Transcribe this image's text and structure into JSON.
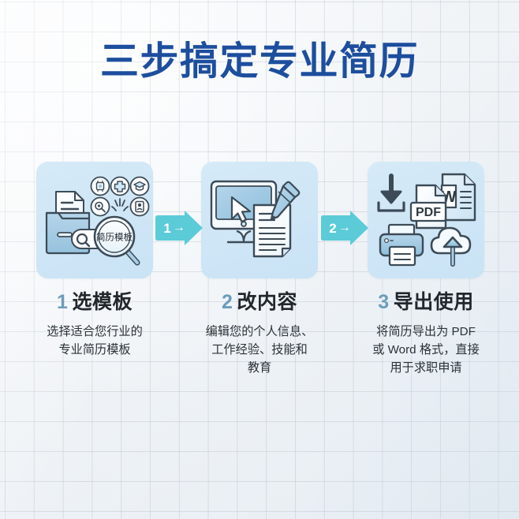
{
  "poster": {
    "title": "三步搞定专业简历",
    "title_color": "#1d4e9e",
    "background_color": "#f2f5f7",
    "accent_color": "#5bcbd8",
    "card_color": "#d2e7f6",
    "step_number_color": "#6c9cbc"
  },
  "steps": [
    {
      "number": "1",
      "heading": "选模板",
      "description": "选择适合您行业的\n专业简历模板",
      "illustration": {
        "name": "template-search-illustration",
        "magnifier_label": "简历模板",
        "icons": [
          "chip-icon",
          "medical-cross-icon",
          "graduation-cap-icon",
          "gear-icon",
          "person-badge-icon",
          "search-icon"
        ]
      }
    },
    {
      "number": "2",
      "heading": "改内容",
      "description": "编辑您的个人信息、\n工作经验、技能和\n教育",
      "illustration": {
        "name": "edit-content-illustration",
        "icons": [
          "monitor-icon",
          "cursor-icon",
          "document-icon",
          "pencil-icon"
        ]
      }
    },
    {
      "number": "3",
      "heading": "导出使用",
      "description": "将简历导出为 PDF\n或 Word 格式，直接\n用于求职申请",
      "illustration": {
        "name": "export-illustration",
        "pdf_label": "PDF",
        "word_label": "W",
        "icons": [
          "download-icon",
          "pdf-file-icon",
          "word-file-icon",
          "printer-icon",
          "cloud-upload-icon"
        ]
      }
    }
  ],
  "connectors": [
    {
      "label": "1",
      "arrow": "→"
    },
    {
      "label": "2",
      "arrow": "→"
    }
  ]
}
